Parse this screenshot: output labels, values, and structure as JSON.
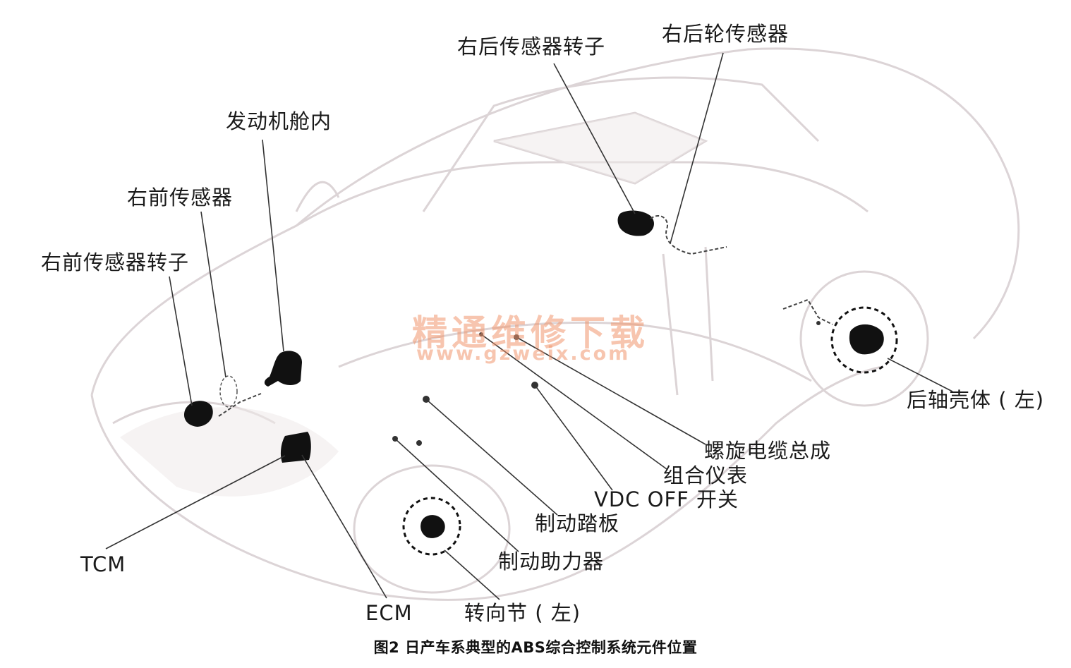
{
  "labels": {
    "rr_sensor_rotor": "右后传感器转子",
    "rr_wheel_sensor": "右后轮传感器",
    "engine_bay": "发动机舱内",
    "fr_sensor": "右前传感器",
    "fr_sensor_rotor": "右前传感器转子",
    "rear_axle_housing": "后轴壳体 ( 左)",
    "spiral_cable": "螺旋电缆总成",
    "combination_meter": "组合仪表",
    "vdc_off_switch": "VDC OFF 开关",
    "brake_pedal": "制动踏板",
    "brake_booster": "制动助力器",
    "tcm": "TCM",
    "ecm": "ECM",
    "steering_knuckle": "转向节 ( 左)"
  },
  "caption": "图2  日产车系典型的ABS综合控制系统元件位置",
  "watermark": {
    "text": "精通维修下载",
    "url": "www.gzweix.com"
  },
  "colors": {
    "car_outline": "#c9bfc2",
    "component": "#111111",
    "leader_line": "#333333",
    "watermark": "#f0966e"
  }
}
